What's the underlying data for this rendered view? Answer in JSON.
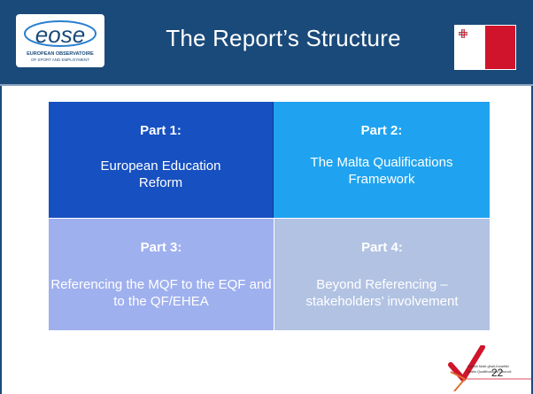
{
  "header": {
    "title": "The Report’s Structure",
    "logo_text": "eose",
    "logo_subtitle_1": "EUROPEAN OBSERVATOIRE",
    "logo_subtitle_2": "OF SPORT AND EMPLOYMENT"
  },
  "parts": [
    {
      "label": "Part 1:",
      "description": "European Education Reform",
      "color": "#1750c0"
    },
    {
      "label": "Part 2:",
      "description": "The Malta Qualifications Framework",
      "color": "#1fa3f0"
    },
    {
      "label": "Part 3:",
      "description": "Referencing the MQF to the EQF and to the QF/EHEA",
      "color": "#9fb0ee"
    },
    {
      "label": "Part 4:",
      "description": "Beyond Referencing – stakeholders’ involvement",
      "color": "#b2c2e2"
    }
  ],
  "footer": {
    "mqc_line_1": "Kunsill Malti għall-Kwalifiki",
    "mqc_line_2": "Malta Qualifications Council",
    "page_number": "22"
  },
  "colors": {
    "header_bg": "#1a4a7a",
    "flag_red": "#cf142b"
  }
}
